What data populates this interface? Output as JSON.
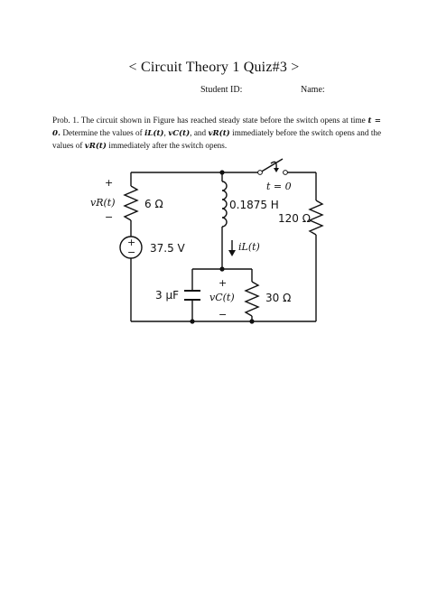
{
  "document": {
    "title": "< Circuit Theory 1 Quiz#3 >",
    "student_id_label": "Student ID:",
    "name_label": "Name:"
  },
  "problem": {
    "p1": "Prob. 1. The circuit shown in Figure has reached steady state before the switch opens at time",
    "t0": "t = 0.",
    "p2": " Determine the values of ",
    "iL": "iL(t)",
    "comma": ", ",
    "vC": "vC(t)",
    "and": ", and ",
    "vR": "vR(t)",
    "p3": " immediately before the switch opens and the values of ",
    "vR2": "vR(t)",
    "p4": " immediately after the switch opens."
  },
  "circuit": {
    "vr_label": "vR(t)",
    "plus": "+",
    "minus": "−",
    "resistor_6": "6 Ω",
    "source_37": "37.5 V",
    "source_plus": "+",
    "source_minus": "−",
    "inductor": "0.1875 H",
    "switch_time": "t = 0",
    "resistor_120": "120 Ω",
    "current_iL": "iL(t)",
    "capacitor": "3 μF",
    "vc_label": "vC(t)",
    "vc_plus": "+",
    "vc_minus": "−",
    "resistor_30": "30 Ω"
  }
}
